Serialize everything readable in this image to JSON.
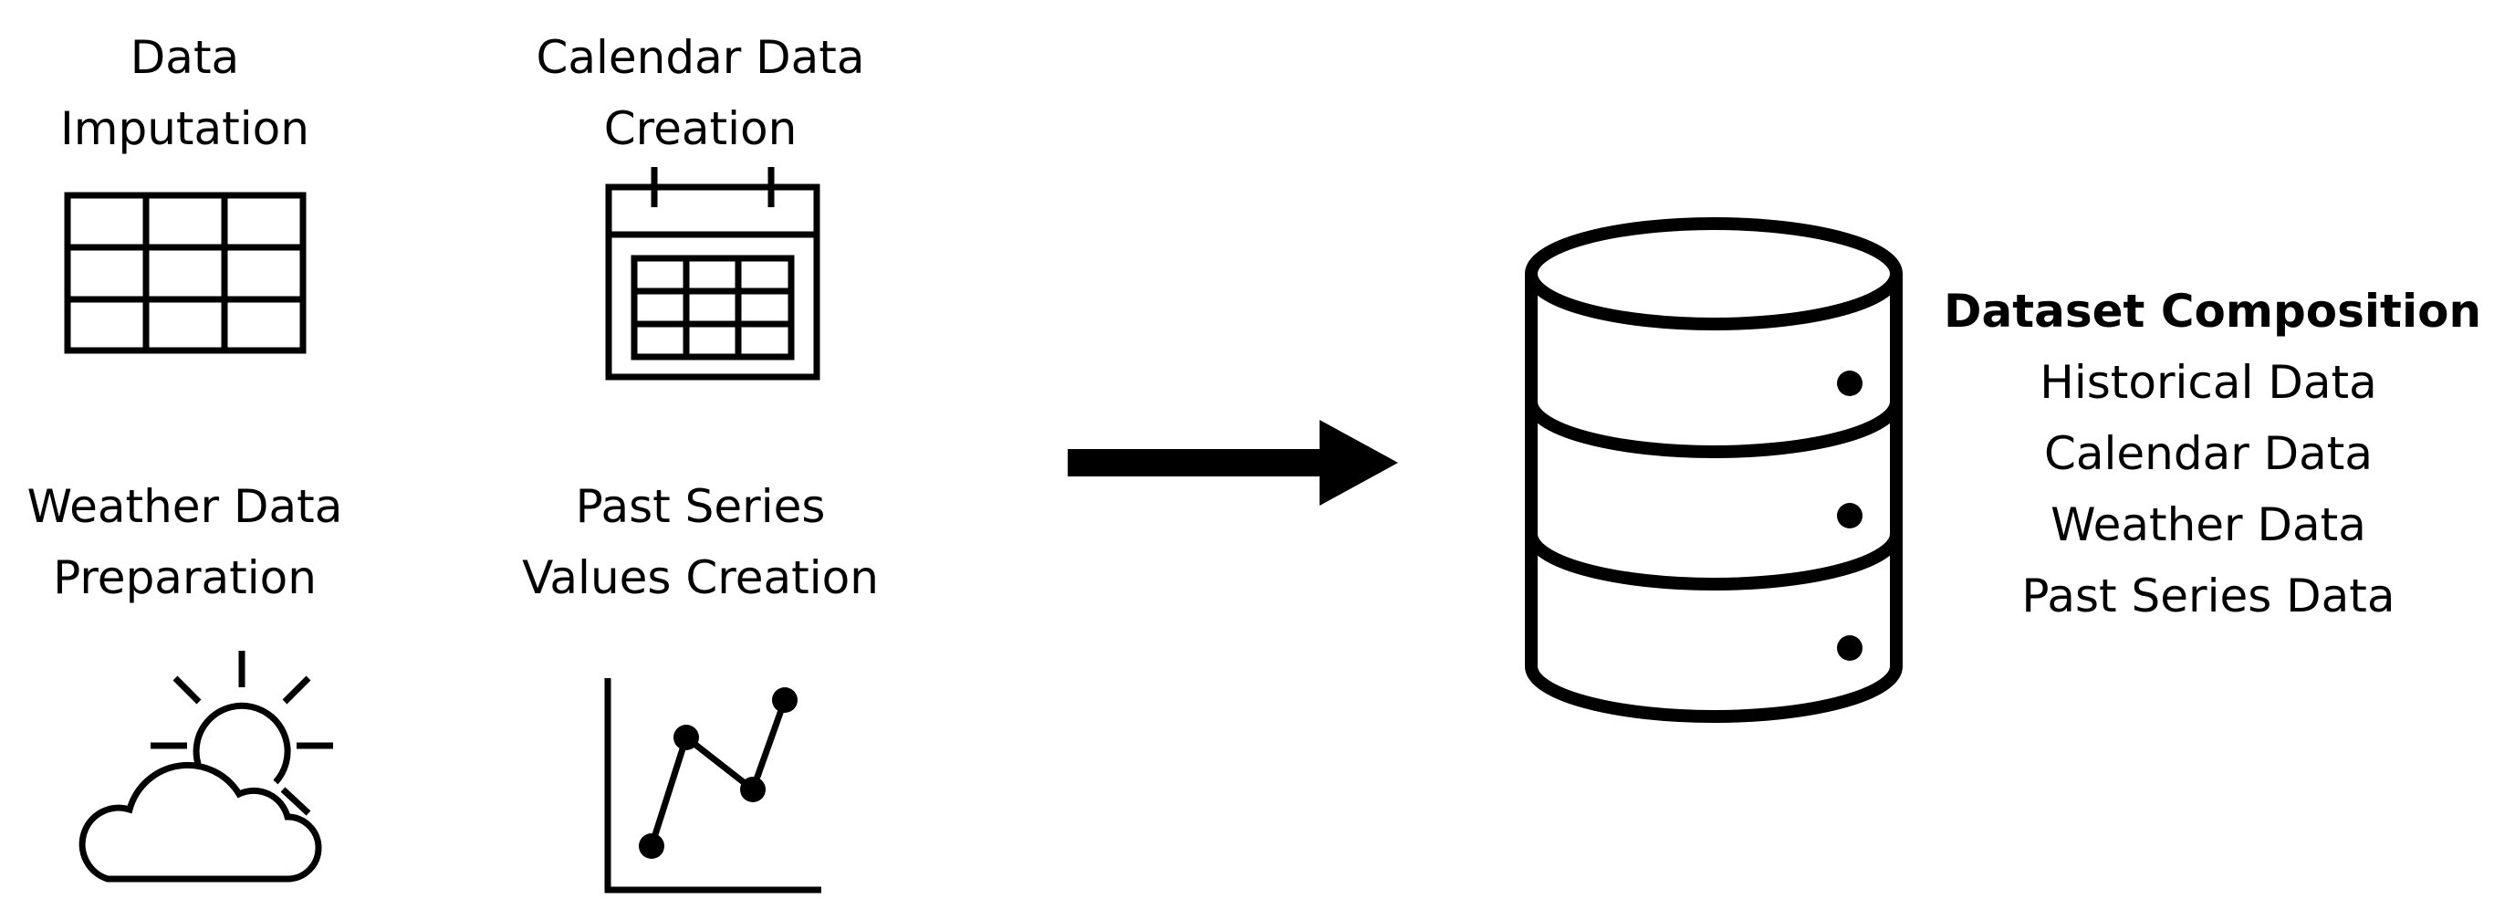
{
  "steps": [
    {
      "line1": "Data",
      "line2": "Imputation",
      "icon": "table-grid-icon"
    },
    {
      "line1": "Calendar Data",
      "line2": "Creation",
      "icon": "calendar-icon"
    },
    {
      "line1": "Weather Data",
      "line2": "Preparation",
      "icon": "sun-cloud-icon"
    },
    {
      "line1": "Past Series",
      "line2": "Values Creation",
      "icon": "line-chart-icon"
    }
  ],
  "flow_icon": "right-arrow-icon",
  "storage_icon": "database-icon",
  "composition": {
    "title": "Dataset Composition",
    "items": [
      "Historical Data",
      "Calendar Data",
      "Weather Data",
      "Past Series Data"
    ]
  }
}
